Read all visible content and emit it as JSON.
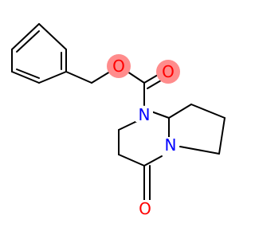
{
  "molecule": {
    "atoms": {
      "ester_oxygen": {
        "label": "O",
        "color": "#ff0000",
        "highlight": "#ff8c8c"
      },
      "carbonyl_oxygen_top": {
        "label": "O",
        "color": "#ff0000",
        "highlight": "#ff8c8c"
      },
      "nitrogen_1": {
        "label": "N",
        "color": "#0000ff"
      },
      "nitrogen_2": {
        "label": "N",
        "color": "#0000ff"
      },
      "carbonyl_oxygen_bottom": {
        "label": "O",
        "color": "#ff0000"
      }
    },
    "colors": {
      "bond": "#000000",
      "background": "#ffffff"
    }
  }
}
